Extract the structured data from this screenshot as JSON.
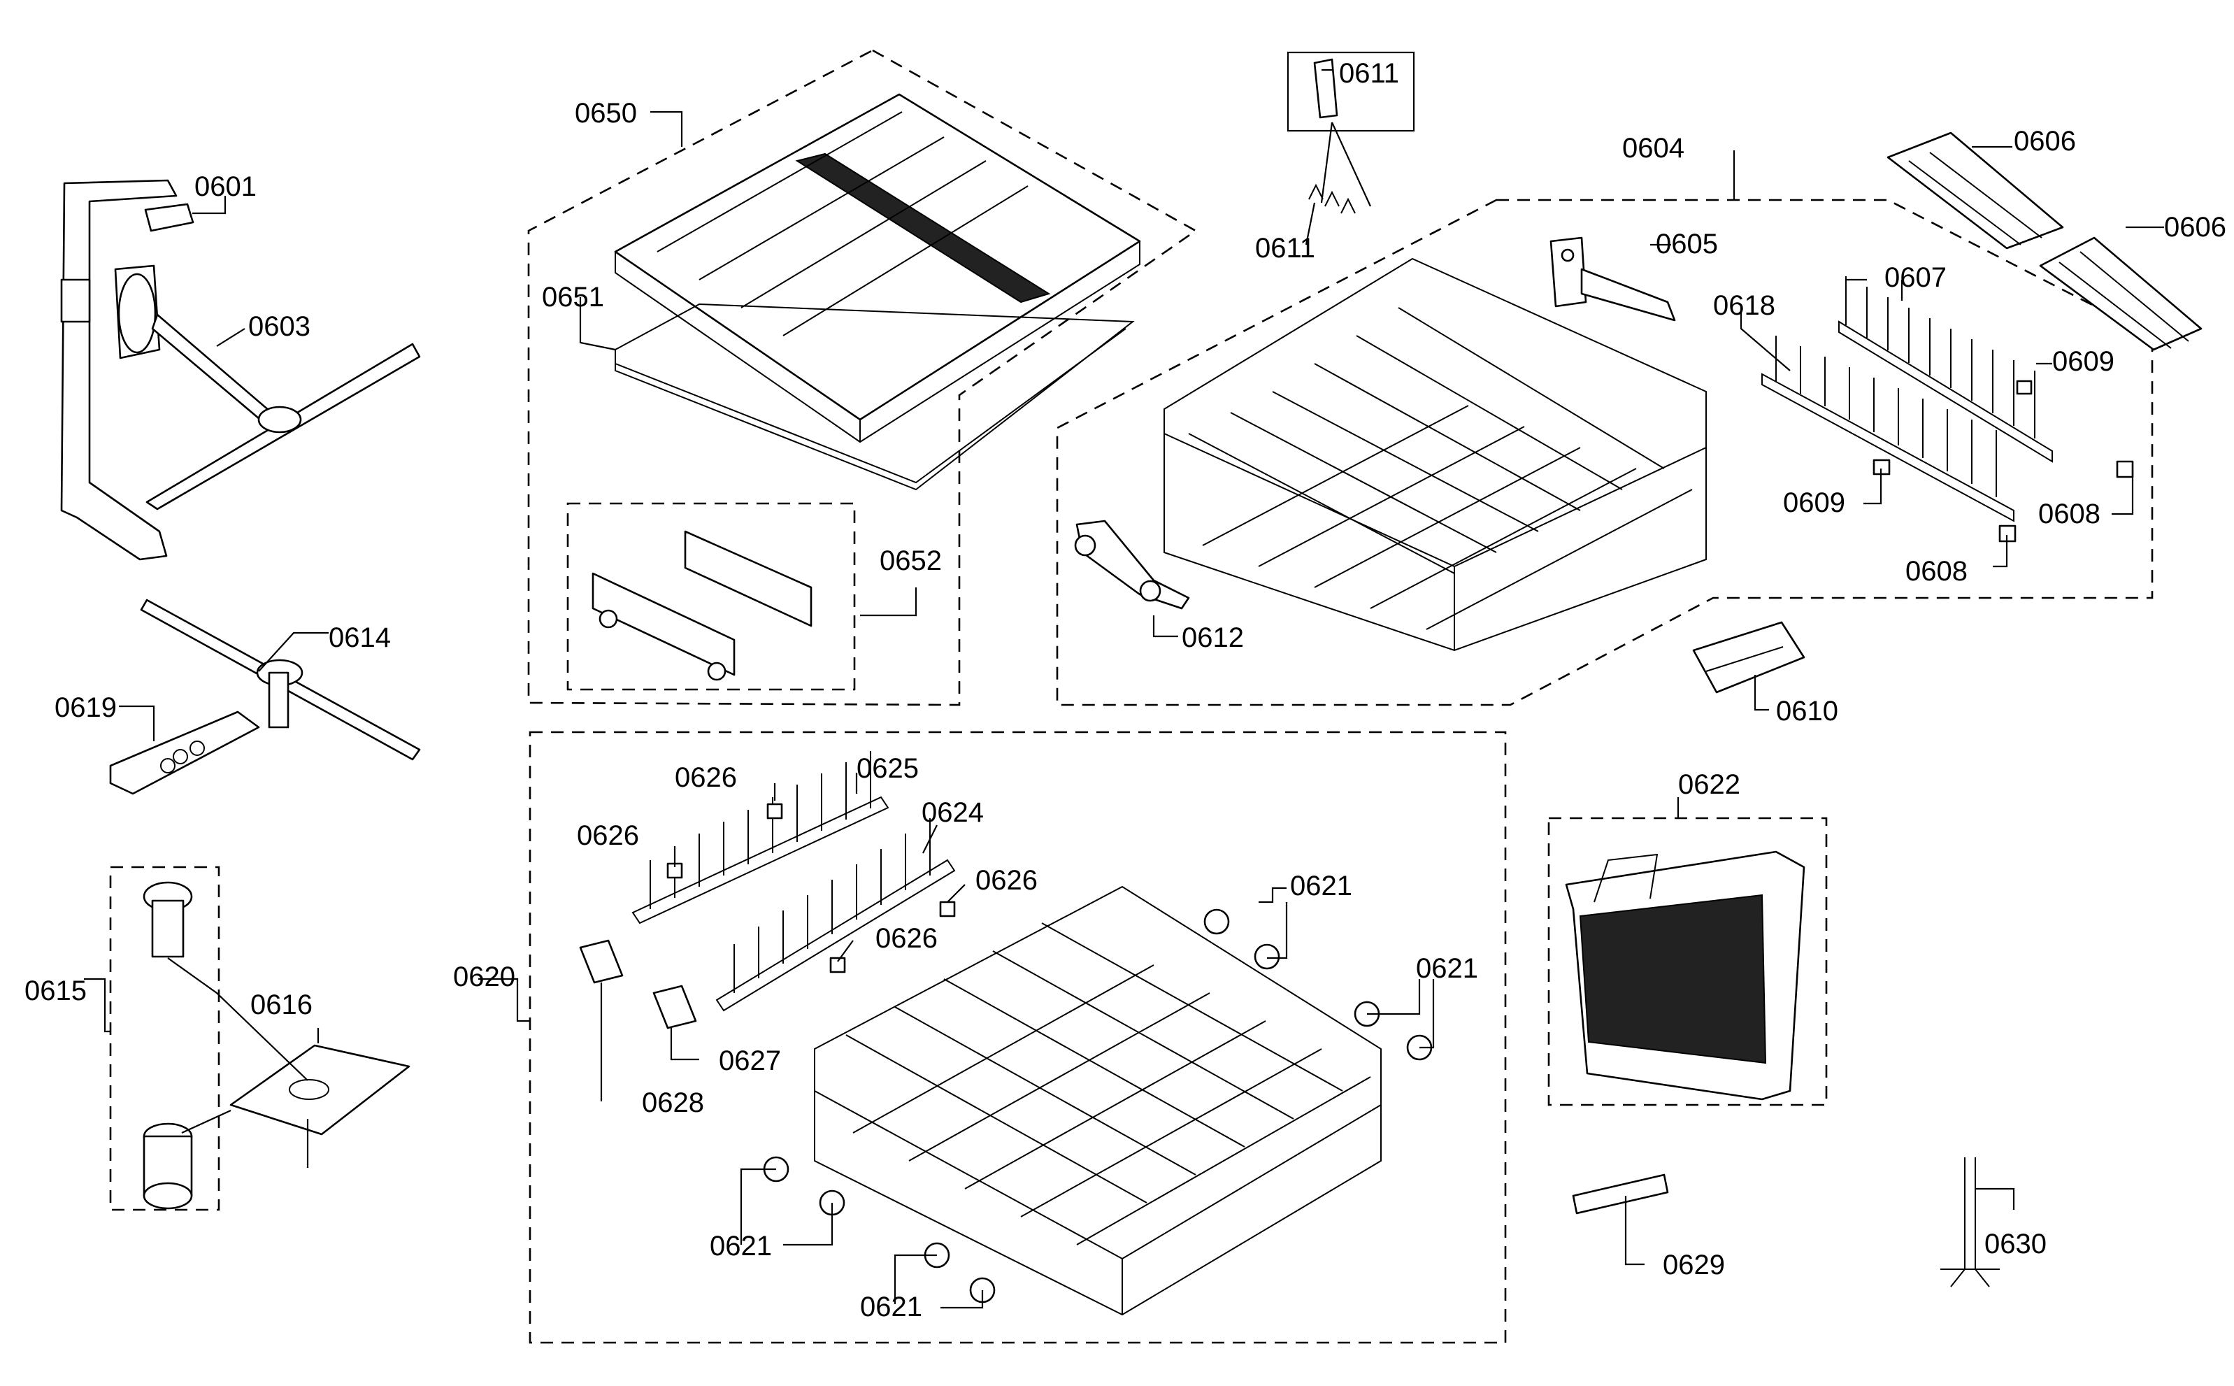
{
  "labels": {
    "p0601": "0601",
    "p0603": "0603",
    "p0604": "0604",
    "p0605": "0605",
    "p0606a": "0606",
    "p0606b": "0606",
    "p0607": "0607",
    "p0608a": "0608",
    "p0608b": "0608",
    "p0609a": "0609",
    "p0609b": "0609",
    "p0610": "0610",
    "p0611a": "0611",
    "p0611b": "0611",
    "p0612": "0612",
    "p0614": "0614",
    "p0615": "0615",
    "p0616": "0616",
    "p0618": "0618",
    "p0619": "0619",
    "p0620": "0620",
    "p0621a": "0621",
    "p0621b": "0621",
    "p0621c": "0621",
    "p0621d": "0621",
    "p0622": "0622",
    "p0624": "0624",
    "p0625": "0625",
    "p0626a": "0626",
    "p0626b": "0626",
    "p0626c": "0626",
    "p0626d": "0626",
    "p0627": "0627",
    "p0628": "0628",
    "p0629": "0629",
    "p0630": "0630",
    "p0650": "0650",
    "p0651": "0651",
    "p0652": "0652"
  }
}
